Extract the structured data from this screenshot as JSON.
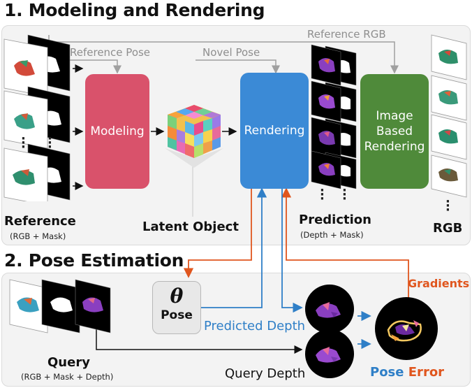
{
  "section1": {
    "title": "1. Modeling and Rendering",
    "reference_pose_label": "Reference Pose",
    "novel_pose_label": "Novel Pose",
    "reference_rgb_label": "Reference RGB",
    "modeling_block": "Modeling",
    "rendering_block": "Rendering",
    "ibr_block": "Image\nBased\nRendering",
    "reference_label": "Reference",
    "reference_sub": "(RGB + Mask)",
    "latent_object_label": "Latent Object",
    "prediction_label": "Prediction",
    "prediction_sub": "(Depth + Mask)",
    "rgb_label": "RGB"
  },
  "section2": {
    "title": "2. Pose Estimation",
    "theta_symbol": "θ",
    "pose_label": "Pose",
    "predicted_depth_label": "Predicted Depth",
    "query_depth_label": "Query Depth",
    "query_label": "Query",
    "query_sub": "(RGB + Mask + Depth)",
    "gradients_label": "Gradients",
    "pose_word": "Pose",
    "error_word": "Error"
  },
  "colors": {
    "modeling": "#d9526b",
    "rendering": "#3b8ad6",
    "ibr": "#4f8a3a",
    "orange": "#e0561e",
    "blue_arrow": "#2f7fc7",
    "gray_line": "#a0a0a0"
  }
}
